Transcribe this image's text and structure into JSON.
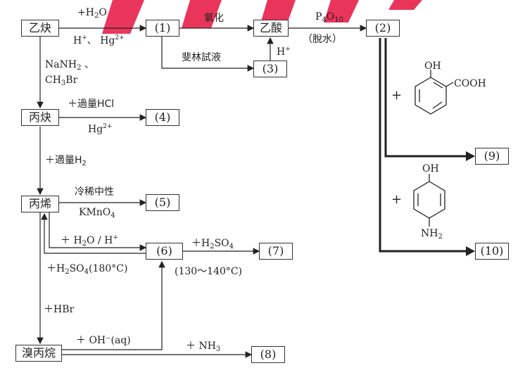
{
  "diagram": {
    "boxes": {
      "acetylene": "乙炔",
      "p1": "(1)",
      "acetic_acid": "乙酸",
      "p2": "(2)",
      "p3": "(3)",
      "propyne": "丙炔",
      "p4": "(4)",
      "propene": "丙烯",
      "p5": "(5)",
      "p6": "(6)",
      "p7": "(7)",
      "bromopropane": "溴丙烷",
      "p8": "(8)",
      "p9": "(9)",
      "p10": "(10)"
    },
    "labels": {
      "plus_water_pre": "+H",
      "plus_water_sub": "2",
      "plus_water_post": "O",
      "h_plus": "H",
      "h_plus_sup": "+",
      "comma_hg": "、 Hg",
      "hg_sup": "2+",
      "oxidation": "氧化",
      "fehling": "斐林試液",
      "h_plus_up": "H",
      "h_plus_up_sup": "+",
      "p4o10_p": "P",
      "p4o10_sub1": "4",
      "p4o10_o": "O",
      "p4o10_sub2": "10",
      "dehydration": "（脫水）",
      "nanh2_pre": "NaNH",
      "nanh2_sub": "2",
      "nanh2_post": " 、",
      "ch3br_pre": "CH",
      "ch3br_sub": "3",
      "ch3br_post": "Br",
      "excess_hcl": "＋過量HCl",
      "hg_under": "Hg",
      "hg_under_sup": "2+",
      "proper_h2_pre": "＋適量H",
      "proper_h2_sub": "2",
      "cold_dilute": "冷稀中性",
      "kmno4_pre": "KMnO",
      "kmno4_sub": "4",
      "h2o_h_pre": "＋ H",
      "h2o_h_sub": "2",
      "h2o_h_post": "O / H",
      "h2o_h_sup": "+",
      "h2so4_180_pre": "＋H",
      "h2so4_180_sub1": "2",
      "h2so4_180_mid": "SO",
      "h2so4_180_sub2": "4",
      "h2so4_180_post": "(180°C)",
      "h2so4_pre": "＋H",
      "h2so4_sub1": "2",
      "h2so4_mid": "SO",
      "h2so4_sub2": "4",
      "temp_range": "(130～140°C)",
      "hbr": "＋HBr",
      "oh_aq": "＋ OH⁻(aq)",
      "nh3_pre": "＋ NH",
      "nh3_sub": "3",
      "plus_sign_1": "+",
      "plus_sign_2": "+"
    },
    "molecules": {
      "salicylic_oh": "OH",
      "salicylic_cooh": "COOH",
      "aminophenol_oh": "OH",
      "aminophenol_nh2_pre": "NH",
      "aminophenol_nh2_sub": "2"
    },
    "watermark_color": "#e8204a"
  }
}
